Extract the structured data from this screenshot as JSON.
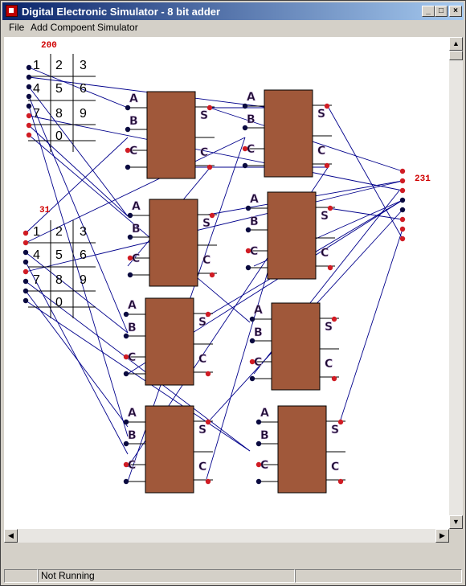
{
  "window": {
    "title": "Digital Electronic Simulator - 8 bit adder",
    "controls": {
      "minimize": "_",
      "maximize": "□",
      "close": "×"
    }
  },
  "menu": [
    "File",
    "Add Compoent",
    "Simulator"
  ],
  "circuit": {
    "keypad_top": {
      "display_value": "200",
      "keys": [
        "1",
        "2",
        "3",
        "4",
        "5",
        "6",
        "7",
        "8",
        "9",
        "0"
      ]
    },
    "keypad_bottom": {
      "display_value": "31",
      "keys": [
        "1",
        "2",
        "3",
        "4",
        "5",
        "6",
        "7",
        "8",
        "9",
        "0"
      ]
    },
    "output": {
      "display_value": "231"
    },
    "adder_pin_labels": {
      "a": "A",
      "b": "B",
      "c_in": "C",
      "sum": "S",
      "c_out": "C"
    },
    "adder_count": 8
  },
  "status": {
    "panel1": "",
    "panel2": "Not Running",
    "panel3": ""
  },
  "colors": {
    "adder_fill": "#a0583a",
    "wire": "#00008b",
    "pin_red": "#d01c24",
    "pin_navy": "#0a0a40"
  }
}
